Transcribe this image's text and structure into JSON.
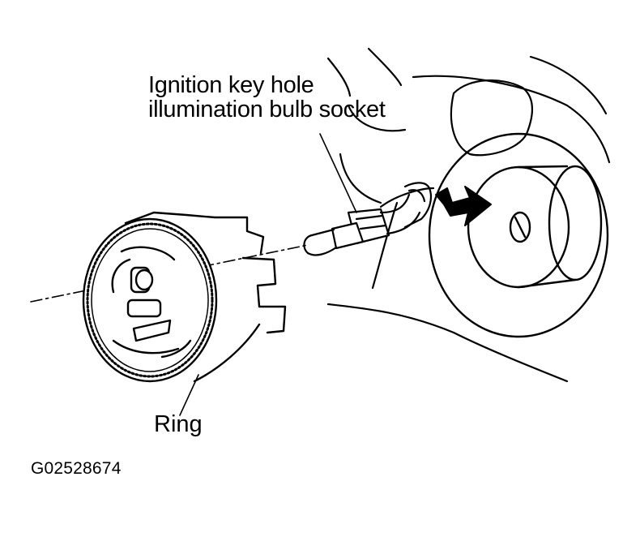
{
  "labels": {
    "socket_line1": "Ignition key hole",
    "socket_line2": "illumination bulb socket",
    "ring": "Ring"
  },
  "figure_code": "G02528674",
  "colors": {
    "ink": "#000000",
    "paper": "#ffffff"
  }
}
